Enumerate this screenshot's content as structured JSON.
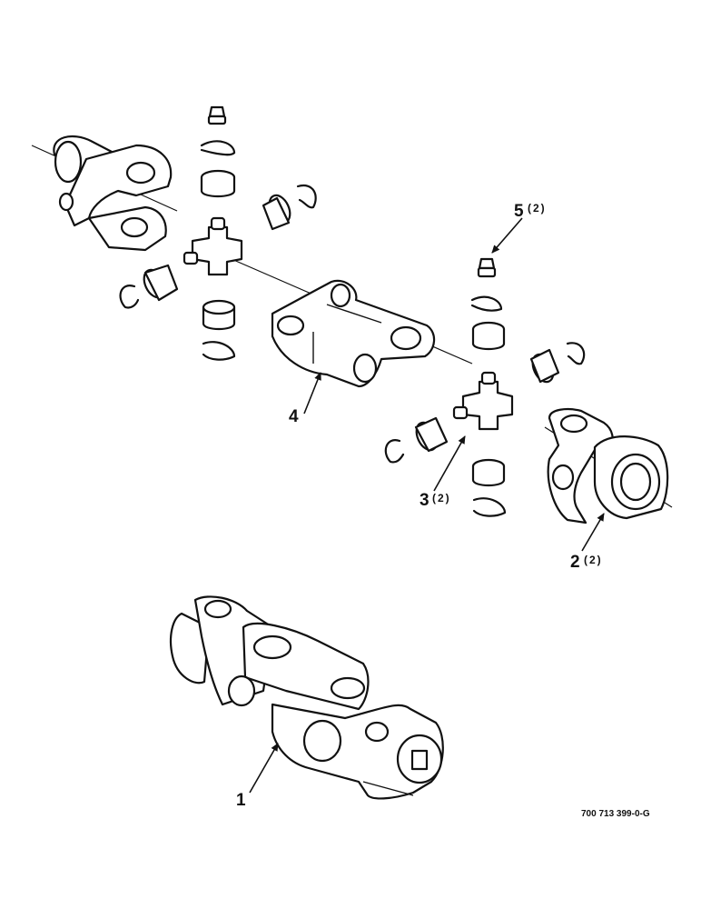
{
  "callouts": {
    "c1": {
      "number": "1",
      "qty": ""
    },
    "c2": {
      "number": "2",
      "qty": "(2)"
    },
    "c3": {
      "number": "3",
      "qty": "(2)"
    },
    "c4": {
      "number": "4",
      "qty": ""
    },
    "c5": {
      "number": "5",
      "qty": "(2)"
    }
  },
  "drawing_number": "700 713 399-0-G",
  "colors": {
    "line": "#111111",
    "background": "#ffffff"
  }
}
